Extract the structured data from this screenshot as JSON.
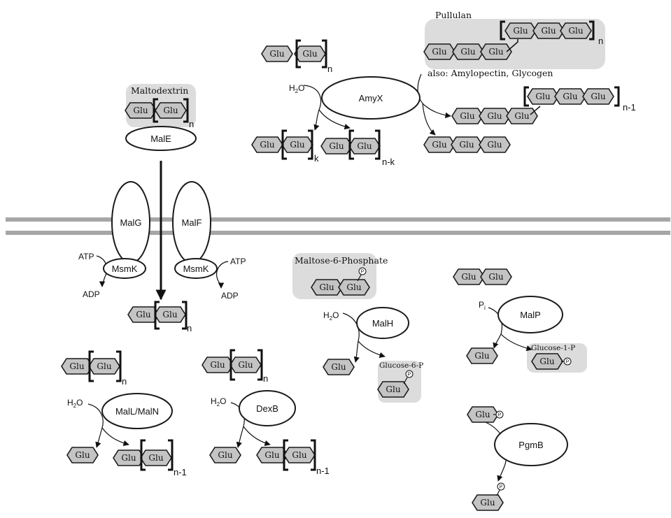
{
  "hex_label": "Glu",
  "phosphate_label": "P",
  "labels": {
    "pullulan": "Pullulan",
    "also": "also: Amylopectin, Glycogen",
    "maltodextrin": "Maltodextrin",
    "maltose6p": "Maltose-6-Phosphate",
    "glucose6p": "Glucose-6-P",
    "glucose1p": "Glucose-1-P"
  },
  "enzymes": {
    "amyx": "AmyX",
    "male": "MalE",
    "malg": "MalG",
    "malf": "MalF",
    "msmk": "MsmK",
    "malh": "MalH",
    "malp": "MalP",
    "maln": "MalL/MalN",
    "dexb": "DexB",
    "pgmb": "PgmB"
  },
  "molecules": {
    "atp": "ATP",
    "adp": "ADP",
    "h2o_h": "H",
    "h2o_2": "2",
    "h2o_o": "O",
    "pi_p": "P",
    "pi_i": "i"
  },
  "subscripts": {
    "n": "n",
    "k": "k",
    "nk": "n-k",
    "n1": "n-1"
  },
  "colors": {
    "hexagon_fill": "#c4c4c4",
    "highlight": "#dcdcdc",
    "membrane": "#a6a6a6"
  }
}
